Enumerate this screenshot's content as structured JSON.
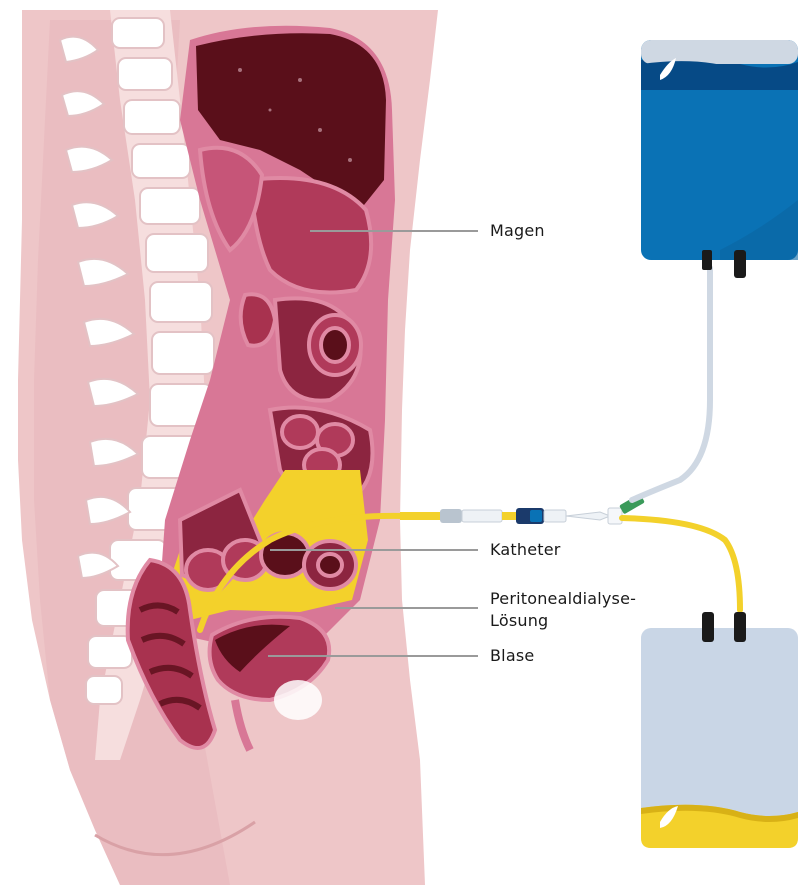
{
  "labels": {
    "magen": "Magen",
    "katheter": "Katheter",
    "solution_line1": "Peritonealdialyse-",
    "solution_line2": "Lösung",
    "blase": "Blase"
  },
  "colors": {
    "skin": "#eec6c8",
    "spine": "#ffffff",
    "organ_dark": "#5a0f1a",
    "organ_mid": "#b03a5a",
    "organ_light": "#e08aa4",
    "fluid_yellow": "#f3d12b",
    "bag_blue": "#0a72b5",
    "bag_blue_dark": "#064a86",
    "bag_empty": "#c9d6e6",
    "tube": "#cfd8e3",
    "connector_green": "#3a9a5a",
    "leader_line": "#9a9a9a"
  }
}
